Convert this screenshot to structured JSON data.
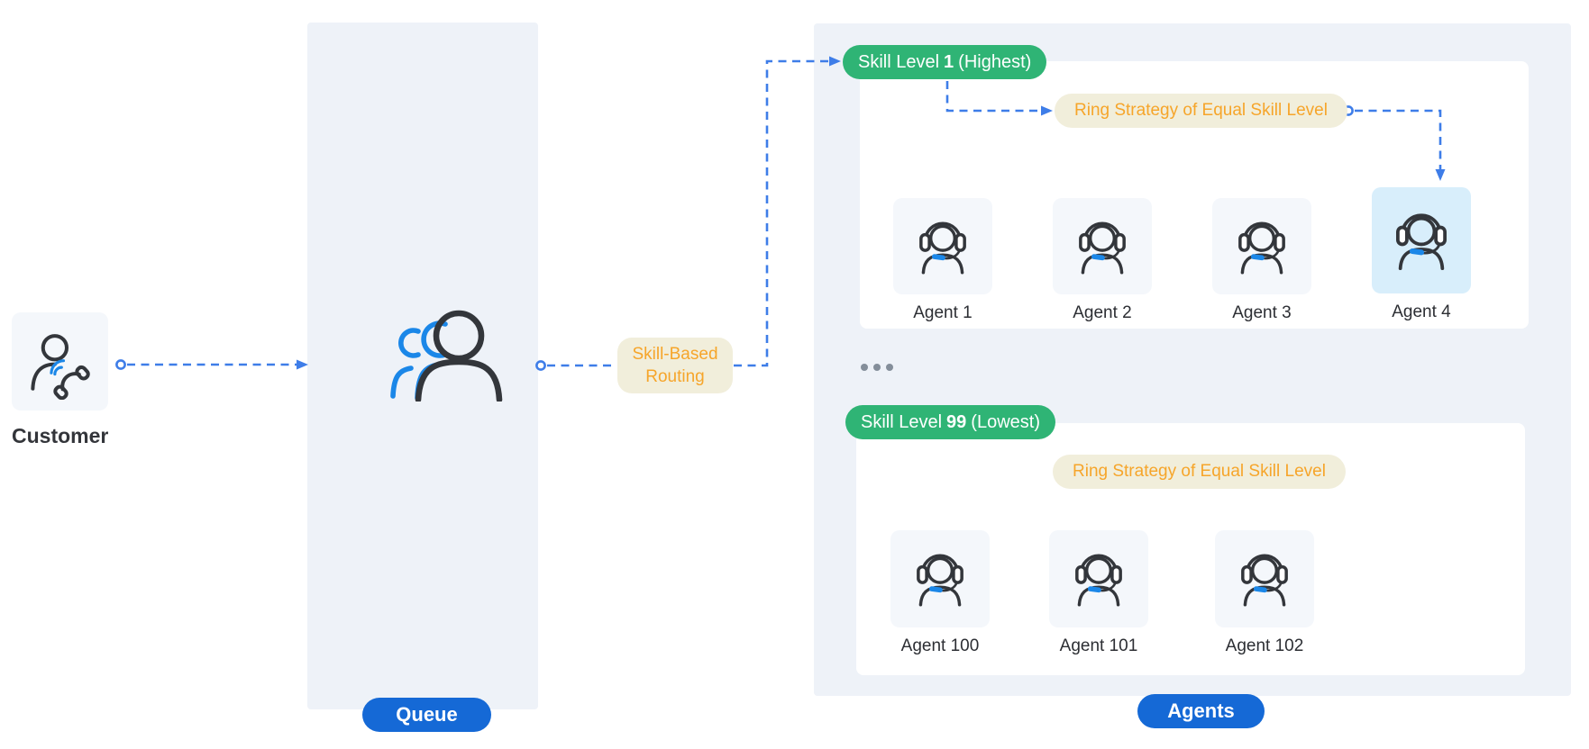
{
  "diagram": {
    "customer": {
      "label": "Customer"
    },
    "queue": {
      "badge": "Queue"
    },
    "routing": {
      "line1": "Skill-Based",
      "line2": "Routing"
    },
    "agents_panel": {
      "badge": "Agents",
      "groups": [
        {
          "badge": {
            "prefix": "Skill Level",
            "level": "1",
            "suffix": "(Highest)"
          },
          "ring_strategy": "Ring Strategy of Equal Skill Level",
          "agents": [
            "Agent 1",
            "Agent 2",
            "Agent 3",
            "Agent 4"
          ],
          "highlighted_agent": "Agent 4"
        },
        {
          "badge": {
            "prefix": "Skill Level",
            "level": "99",
            "suffix": "(Lowest)"
          },
          "ring_strategy": "Ring Strategy of Equal Skill Level",
          "agents": [
            "Agent 100",
            "Agent 101",
            "Agent 102"
          ]
        }
      ]
    },
    "icons": {
      "customer": "person-with-phone-icon",
      "queue": "queue-people-icon",
      "agent": "agent-headset-icon",
      "ellipsis": "ellipsis-icon"
    },
    "colors": {
      "badge_green": "#2fb475",
      "badge_blue": "#1569d6",
      "connector_blue": "#3e7de8",
      "accent_orange": "#f6a52a",
      "cream_bg": "#f1eedb",
      "panel_bg": "#eef2f8",
      "node_bg": "#f4f7fb",
      "highlight_bg": "#d8eefb",
      "icon_stroke": "#33363b",
      "icon_blue": "#1b87e8"
    }
  }
}
